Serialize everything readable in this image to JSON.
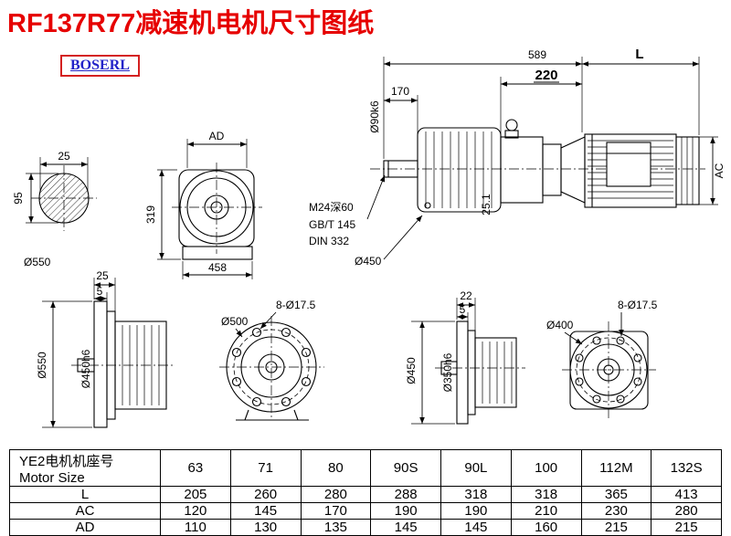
{
  "title": "RF137R77减速机电机尺寸图纸",
  "brand": "BOSERL",
  "colors": {
    "title_red": "#e60000",
    "brand_blue": "#2323c8",
    "brand_border": "#d42020",
    "line_black": "#000000"
  },
  "views": {
    "shaft_section": {
      "width": "25",
      "height": "95",
      "label": "Ø550"
    },
    "reducer_front": {
      "width_label": "AD",
      "height": "319",
      "base_width": "458"
    },
    "assembly": {
      "total_length": "589",
      "shaft_length": "170",
      "shaft_dia": "Ø90k6",
      "thread": "M24深60",
      "thread_std1": "GB/T 145",
      "thread_std2": "DIN 332",
      "flange_dia": "Ø450",
      "key_height": "25.1",
      "dim_220": "220",
      "motor_length": "L",
      "motor_dia": "AC"
    },
    "flange_side_left": {
      "depth": "25",
      "flange_thk": "5",
      "od": "Ø550",
      "spigot": "Ø450h6"
    },
    "flange_front_left": {
      "bolt_holes": "8-Ø17.5",
      "bolt_circle": "Ø500"
    },
    "flange_side_right": {
      "depth": "22",
      "flange_thk": "5",
      "od": "Ø450",
      "spigot": "Ø350h6"
    },
    "flange_front_right": {
      "bolt_holes": "8-Ø17.5",
      "bolt_circle": "Ø400"
    }
  },
  "table": {
    "header_cn": "YE2电机机座号",
    "header_en": "Motor Size",
    "sizes": [
      "63",
      "71",
      "80",
      "90S",
      "90L",
      "100",
      "112M",
      "132S"
    ],
    "rows": [
      {
        "label": "L",
        "values": [
          "205",
          "260",
          "280",
          "288",
          "318",
          "318",
          "365",
          "413"
        ]
      },
      {
        "label": "AC",
        "values": [
          "120",
          "145",
          "170",
          "190",
          "190",
          "210",
          "230",
          "280"
        ]
      },
      {
        "label": "AD",
        "values": [
          "110",
          "130",
          "135",
          "145",
          "145",
          "160",
          "215",
          "215"
        ]
      }
    ]
  }
}
